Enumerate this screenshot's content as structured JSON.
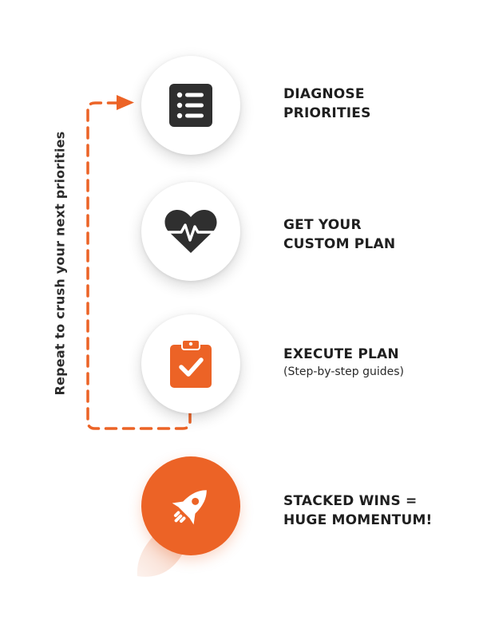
{
  "steps": [
    {
      "icon": "list-icon",
      "lines": [
        "DIAGNOSE",
        "PRIORITIES"
      ],
      "sub": ""
    },
    {
      "icon": "heartbeat-icon",
      "lines": [
        "GET YOUR",
        "CUSTOM PLAN"
      ],
      "sub": ""
    },
    {
      "icon": "clipboard-check-icon",
      "lines": [
        "EXECUTE PLAN"
      ],
      "sub": "(Step-by-step guides)"
    },
    {
      "icon": "rocket-icon",
      "lines": [
        "STACKED WINS =",
        "HUGE MOMENTUM!"
      ],
      "sub": ""
    }
  ],
  "loop_label": "Repeat to crush your next priorities",
  "colors": {
    "accent": "#ec6326",
    "icon_dark": "#2f2f2f",
    "text": "#1f1f1f"
  }
}
